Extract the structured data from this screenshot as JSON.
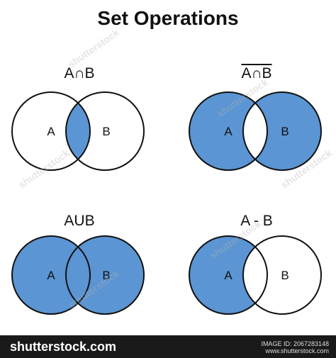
{
  "title": "Set Operations",
  "panels": [
    {
      "label": "A∩B",
      "overline": false,
      "left": "A",
      "right": "B",
      "shade": "intersection"
    },
    {
      "label": "A∩B",
      "overline": true,
      "left": "A",
      "right": "B",
      "shade": "complement_of_intersection"
    },
    {
      "label": "AUB",
      "overline": false,
      "left": "A",
      "right": "B",
      "shade": "union"
    },
    {
      "label": "A - B",
      "overline": false,
      "left": "A",
      "right": "B",
      "shade": "difference"
    }
  ],
  "colors": {
    "fill": "#5b95d3",
    "stroke": "#111111"
  },
  "watermark": "shutterstock",
  "footer": {
    "logo": "shutterstock.com",
    "image_id_line1": "IMAGE ID: 2067283148",
    "image_id_line2": "www.shutterstock.com"
  }
}
